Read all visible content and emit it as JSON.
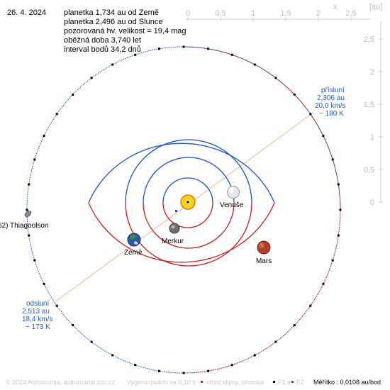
{
  "header": {
    "date": "26. 4. 2024",
    "lines": [
      "planetka 1,734 au od Země",
      "planetka 2,496 au od Slunce",
      "pozorovaná hv. velikost = 19,4 mag",
      "oběžná doba 3,740 let",
      "interval bodů 34,2 dnů"
    ]
  },
  "axes": {
    "top_ticks": [
      "0",
      "0,5",
      "1",
      "1,5",
      "2",
      "2,5"
    ],
    "right_ticks": [
      "2,5",
      "2",
      "1,5",
      "1",
      "0,5",
      "0"
    ],
    "top_unit": "x",
    "right_unit": "[au]"
  },
  "bodies": {
    "asteroid": "62) Thiagoolson",
    "venus": "Venuše",
    "earth": "Země",
    "mercury": "Merkur",
    "mars": "Mars"
  },
  "perihelion": {
    "title": "přísluní",
    "dist": "2,306 au",
    "speed": "20,0 km/s",
    "temp": "~ 180 K"
  },
  "aphelion": {
    "title": "odsluní",
    "dist": "2,513 au",
    "speed": "18,4 km/s",
    "temp": "~ 173 K"
  },
  "footer": {
    "copyright": "© 2024 Astronomia, astronomia.zcu.cz",
    "generated": "Vygenerováno za 0,10 s",
    "legend_center": "střed elipsy, ohniska",
    "legend_f1": "F1 a",
    "legend_f2": "F2",
    "scale": "Měřítko : 0,0108 au/bod"
  },
  "colors": {
    "orbit_above": "#1a4fd6",
    "orbit_below": "#d11a1a",
    "apsis_line": "#f2b49a",
    "label_blue": "#1a5fd0",
    "axis": "#bdbdbd"
  }
}
